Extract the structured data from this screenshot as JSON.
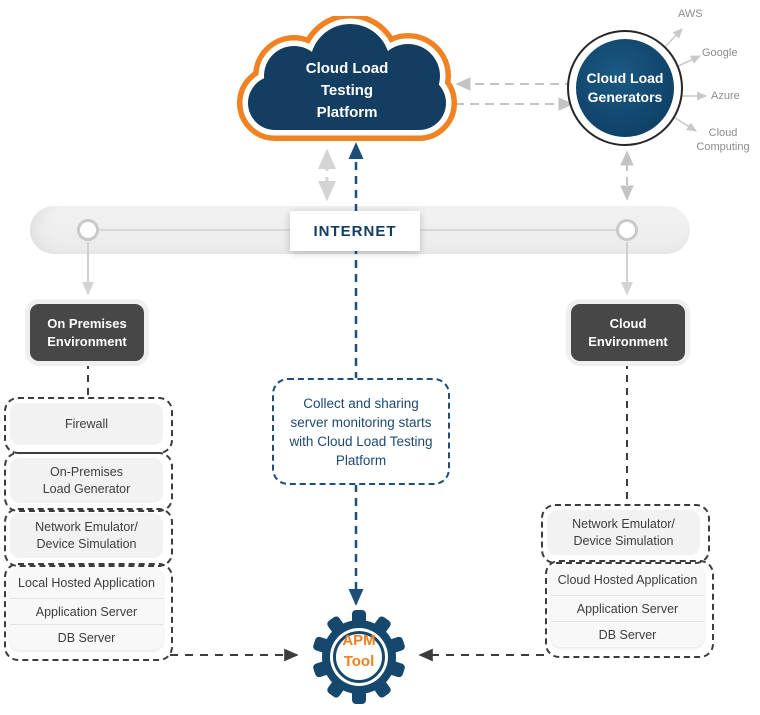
{
  "colors": {
    "navy": "#133e61",
    "orange": "#f08223",
    "dark_gray": "#474747",
    "light_box": "#f2f2f2",
    "dashed_dark": "#3c3c3c",
    "connector_light": "#c9c9c9",
    "provider_text": "#8c8c8c"
  },
  "cloud_platform": {
    "label": "Cloud Load\nTesting\nPlatform"
  },
  "cloud_generators": {
    "label": "Cloud Load\nGenerators",
    "providers": [
      "AWS",
      "Google",
      "Azure",
      "Cloud\nComputing"
    ]
  },
  "internet": {
    "label": "INTERNET"
  },
  "environments": {
    "on_premises": {
      "label": "On Premises\nEnvironment"
    },
    "cloud": {
      "label": "Cloud\nEnvironment"
    }
  },
  "on_prem_stack": {
    "firewall": "Firewall",
    "load_generator": "On-Premises\nLoad Generator",
    "network_emulator": "Network Emulator/\nDevice Simulation",
    "hosted": {
      "title": "Local Hosted Application",
      "rows": [
        "Application Server",
        "DB Server"
      ]
    }
  },
  "cloud_stack": {
    "network_emulator": "Network Emulator/\nDevice Simulation",
    "hosted": {
      "title": "Cloud Hosted Application",
      "rows": [
        "Application Server",
        "DB Server"
      ]
    }
  },
  "note": {
    "text": "Collect and sharing\nserver monitoring starts\nwith Cloud Load Testing\nPlatform"
  },
  "apm": {
    "label": "APM\nTool"
  }
}
